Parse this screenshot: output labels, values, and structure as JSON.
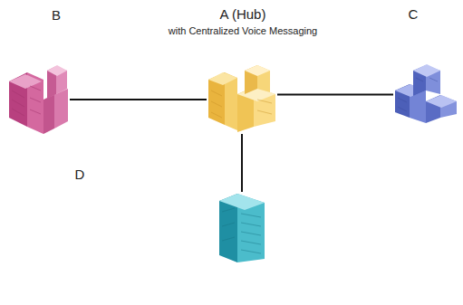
{
  "diagram": {
    "nodes": [
      {
        "text": [
          "B"
        ]
      },
      {
        "text": [
          "A (Hub)",
          "with Centralized Voice Messaging"
        ]
      },
      {
        "text": [
          "C"
        ]
      },
      {
        "text": [
          "D"
        ]
      }
    ],
    "edges": [
      {
        "from": 1,
        "to": 0,
        "arrow": "none"
      },
      {
        "from": 1,
        "to": 2,
        "arrow": "none"
      },
      {
        "from": 1,
        "to": 3,
        "arrow": "none"
      }
    ]
  }
}
